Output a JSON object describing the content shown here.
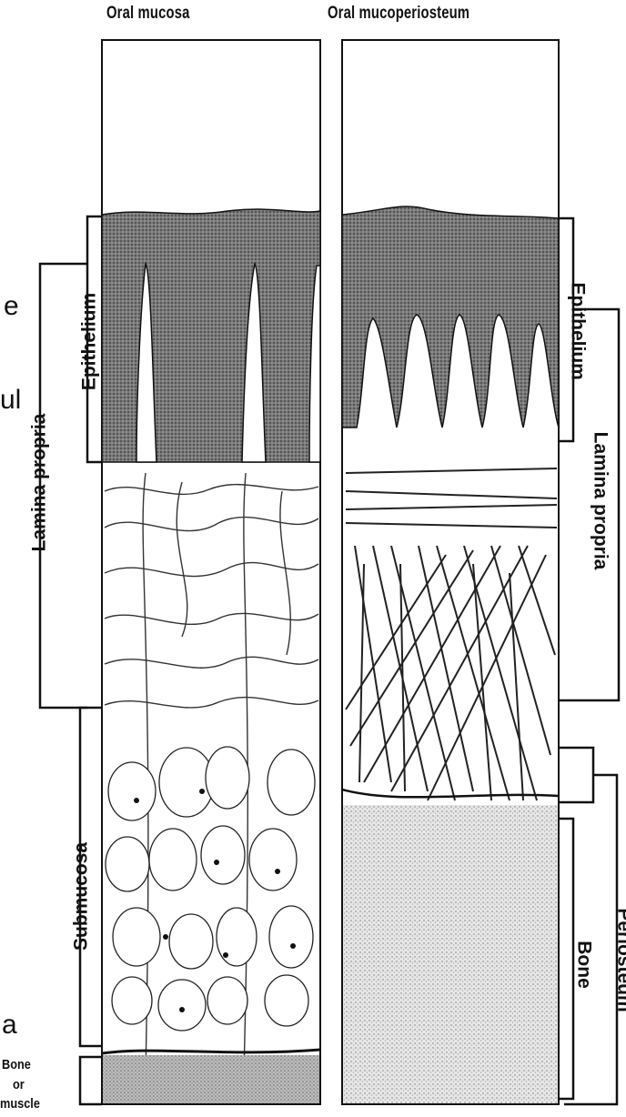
{
  "titles": {
    "left": "Oral mucosa",
    "right": "Oral mucoperiosteum"
  },
  "left_labels": {
    "epithelium": "Epithelium",
    "lamina_propria": "Lamina propria",
    "submucosa": "Submucosa",
    "bone": "Bone",
    "or": "or",
    "muscle": "muscle"
  },
  "right_labels": {
    "epithelium": "Epithelium",
    "lamina_propria": "Lamina propria",
    "bone": "Bone",
    "periosteum": "Periosteum"
  },
  "cropped_text": {
    "frag1": "e",
    "frag2": "ul",
    "frag3": "a"
  },
  "colors": {
    "ink": "#111111",
    "epithelium_fill": "#6f6f6f",
    "bone_fill": "#c9c9c9"
  }
}
